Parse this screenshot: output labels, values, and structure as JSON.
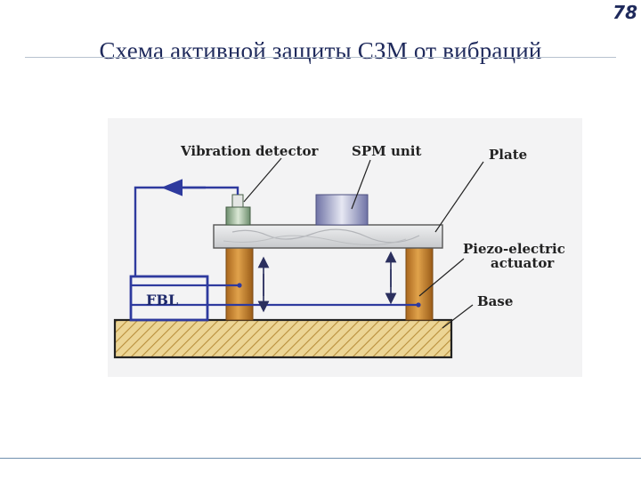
{
  "slide": {
    "page_number": "78",
    "title": "Схема активной защиты СЗМ от вибраций"
  },
  "diagram": {
    "labels": {
      "vibration_detector": "Vibration detector",
      "spm_unit": "SPM unit",
      "plate": "Plate",
      "piezo_line1": "Piezo-electric",
      "piezo_line2": "actuator",
      "base": "Base",
      "fbl": "FBL"
    },
    "colors": {
      "wire": "#2e3a9e",
      "piezo": "#c8842a",
      "plate": "#d9dadc",
      "base": "#e9cf86",
      "spm_unit": "#8f93bd",
      "detector": "#8fb08f",
      "title": "#1f2a5c"
    }
  }
}
